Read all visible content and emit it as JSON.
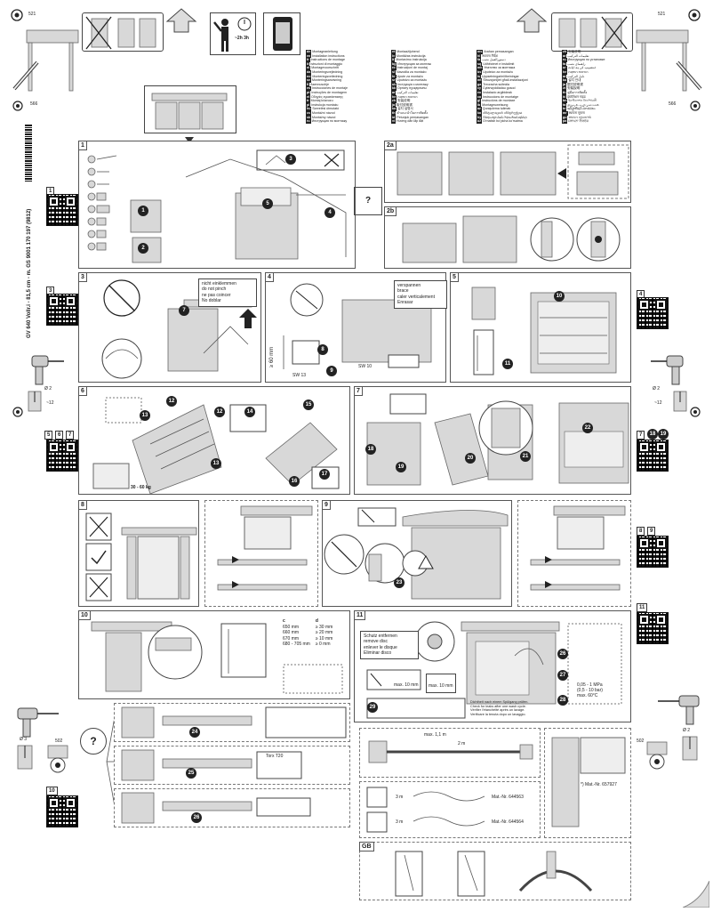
{
  "header": {
    "dim_521_left": "521",
    "dim_521_right": "521",
    "dim_566_left": "566",
    "dim_566_right": "566",
    "time_label": "~2h 3h",
    "side_code": "GV 640 Vollr.i - 81,5 cm - m. GS    9001 170 197 (9812)"
  },
  "languages": {
    "col1": [
      {
        "code": "de",
        "text": "Montageanleitung"
      },
      {
        "code": "en",
        "text": "Installation instructions"
      },
      {
        "code": "fr",
        "text": "Instructions de montage"
      },
      {
        "code": "it",
        "text": "Istruzioni di montaggio"
      },
      {
        "code": "nl",
        "text": "Montagevoorschrift"
      },
      {
        "code": "da",
        "text": "Monteringsvejledning"
      },
      {
        "code": "no",
        "text": "Monteringsveiledning"
      },
      {
        "code": "sv",
        "text": "Monteringsanvisning"
      },
      {
        "code": "fi",
        "text": "Asennusohje"
      },
      {
        "code": "es",
        "text": "Instrucciones de montaje"
      },
      {
        "code": "pt",
        "text": "Instruções de montagem"
      },
      {
        "code": "el",
        "text": "Οδηγίες εγκατάστασης"
      },
      {
        "code": "tr",
        "text": "Montaj kılavuzu"
      },
      {
        "code": "pl",
        "text": "Instrukcja montażu"
      },
      {
        "code": "hu",
        "text": "Szerelési útmutató"
      },
      {
        "code": "cs",
        "text": "Montážní návod"
      },
      {
        "code": "sk",
        "text": "Montážny návod"
      },
      {
        "code": "ru",
        "text": "Инструкция по монтажу"
      }
    ],
    "col2": [
      {
        "code": "et",
        "text": "Montaažijuhend"
      },
      {
        "code": "lv",
        "text": "Montāžas instrukcija"
      },
      {
        "code": "lt",
        "text": "Montavimo instrukcija"
      },
      {
        "code": "bg",
        "text": "Инструкция за монтаж"
      },
      {
        "code": "ro",
        "text": "Instrucţiuni de montaj"
      },
      {
        "code": "sl",
        "text": "Navodila za montažo"
      },
      {
        "code": "hr",
        "text": "Upute za montažu"
      },
      {
        "code": "sr",
        "text": "Uputstvo za montažu"
      },
      {
        "code": "uk",
        "text": "Інструкція з монтажу"
      },
      {
        "code": "kk",
        "text": "Орнату нұсқаулығы"
      },
      {
        "code": "ar",
        "text": "تعليمات التركيب"
      },
      {
        "code": "he",
        "text": "הוראות התקנה"
      },
      {
        "code": "zh",
        "text": "安装说明"
      },
      {
        "code": "ja",
        "text": "取付説明書"
      },
      {
        "code": "ko",
        "text": "설치 설명서"
      },
      {
        "code": "th",
        "text": "คำแนะนำในการติดตั้ง"
      },
      {
        "code": "id",
        "text": "Petunjuk pemasangan"
      },
      {
        "code": "vi",
        "text": "Hướng dẫn lắp đặt"
      }
    ],
    "col3": [
      {
        "code": "ms",
        "text": "Arahan pemasangan"
      },
      {
        "code": "hi",
        "text": "स्थापना निर्देश"
      },
      {
        "code": "fa",
        "text": "دستورالعمل نصب"
      },
      {
        "code": "sq",
        "text": "Udhëzimet e instalimit"
      },
      {
        "code": "mk",
        "text": "Упатство за монтажа"
      },
      {
        "code": "bs",
        "text": "Uputstvo za montažu"
      },
      {
        "code": "is",
        "text": "Uppsetningarleiðbeiningar"
      },
      {
        "code": "mt",
        "text": "Struzzjonijiet għall-installazzjoni"
      },
      {
        "code": "ga",
        "text": "Treoracha suiteála"
      },
      {
        "code": "cy",
        "text": "Cyfarwyddiadau gosod"
      },
      {
        "code": "eu",
        "text": "Instalazio argibideak"
      },
      {
        "code": "ca",
        "text": "Instruccions de muntatge"
      },
      {
        "code": "gl",
        "text": "Instrucións de montaxe"
      },
      {
        "code": "lb",
        "text": "Montageuweisung"
      },
      {
        "code": "az",
        "text": "Quraşdırma təlimatı"
      },
      {
        "code": "ka",
        "text": "ინსტალაციის ინსტრუქცია"
      },
      {
        "code": "hy",
        "text": "Տեղադրման հրահանգներ"
      },
      {
        "code": "uz",
        "text": "O'rnatish bo'yicha ko'rsatma"
      }
    ],
    "col4": [
      {
        "code": "zh",
        "text": "安装说明"
      },
      {
        "code": "ar",
        "text": "تعليمات التركيب"
      },
      {
        "code": "ru",
        "text": "Инструкция по установке"
      },
      {
        "code": "fa",
        "text": "راهنمای نصب"
      },
      {
        "code": "ur",
        "text": "تنصیب کی ہدایات"
      },
      {
        "code": "he",
        "text": "הוראות התקנה"
      },
      {
        "code": "ar",
        "text": "دليل التركيب"
      },
      {
        "code": "ko",
        "text": "설치 안내"
      },
      {
        "code": "ja",
        "text": "据付説明書"
      },
      {
        "code": "zt",
        "text": "安裝說明"
      },
      {
        "code": "th",
        "text": "คู่มือการติดตั้ง"
      },
      {
        "code": "hi",
        "text": "इंस्टॉलेशन गाइड"
      },
      {
        "code": "bn",
        "text": "ইনস্টলেশন নির্দেশাবলী"
      },
      {
        "code": "ta",
        "text": "நிறுவல் வழிமுறைகள்"
      },
      {
        "code": "te",
        "text": "ఇన్‌స్టాలేషన్ సూచనలు"
      },
      {
        "code": "mr",
        "text": "स्थापना सूचना"
      },
      {
        "code": "gu",
        "text": "સ્થાપન સૂચનાઓ"
      },
      {
        "code": "pa",
        "text": "ਸਥਾਪਨਾ ਨਿਰਦੇਸ਼"
      }
    ]
  },
  "panels": {
    "p1": "1",
    "p2a": "2a",
    "p2b": "2b",
    "p3": "3",
    "p4": "4",
    "p5": "5",
    "p6": "6",
    "p7": "7",
    "p8": "8",
    "p9": "9",
    "p10": "10",
    "p11": "11",
    "pGB": "GB"
  },
  "qr_labels": {
    "q1": "1",
    "q3": "3",
    "q4": "4",
    "q5": "5",
    "q6": "6",
    "q7": "7",
    "q7b": "7",
    "q8": "8",
    "q9": "9",
    "q10": "10",
    "q11": "11"
  },
  "warnings": {
    "p3_lines": [
      "nicht einklemmen",
      "do not pinch",
      "ne pas coincer",
      "No doblar"
    ],
    "p4_lines": [
      "verspannen",
      "brace",
      "caler verticalement",
      "Enrasar"
    ],
    "p11_lines": [
      "Schutz entfernen",
      "remove disc",
      "enlever le disque",
      "Eliminar disco"
    ]
  },
  "panel4": {
    "sw13": "SW 13",
    "sw10": "SW 10",
    "dim": "≥ 60 mm"
  },
  "panel6": {
    "weight": "30 - 60 kg"
  },
  "panel10": {
    "col_c": "c",
    "col_d": "d",
    "rows": [
      {
        "c": "650 mm",
        "d": "≥ 30 mm"
      },
      {
        "c": "660 mm",
        "d": "≥ 20 mm"
      },
      {
        "c": "670 mm",
        "d": "≥ 10 mm"
      },
      {
        "c": "680 - 705 mm",
        "d": "≥ 0 mm"
      }
    ],
    "torx": "Torx T20"
  },
  "panel11": {
    "max10": "max. 10 mm",
    "max10b": "max. 10 mm",
    "pressure": "0,05 - 1 MPa",
    "pressure2": "(0,5 - 10 bar)",
    "temp": "max. 60°C",
    "note_lines": [
      "Dichtheit nach einem Spülgang prüfen.",
      "Check for leaks after one wash cycle.",
      "Vérifier l'étanchéité après un lavage.",
      "Verificare la tenuta dopo un lavaggio."
    ],
    "hose_2m": "2 m",
    "hose_max": "max. 1,1 m",
    "mat1_len": "3 m",
    "mat1": "Mat.-Nr. 644563",
    "mat2_len": "3 m",
    "mat2": "Mat.-Nr. 644564",
    "mat3": "*) Mat.-Nr. 657927"
  },
  "side": {
    "left_dia": "Ø 2",
    "left_len": "~12",
    "right_dia": "Ø 2",
    "right_len": "~12",
    "left_dia2": "Ø 3",
    "right_dia2": "Ø 2",
    "dim_502_left": "502",
    "dim_502_right": "502"
  },
  "question": "?"
}
